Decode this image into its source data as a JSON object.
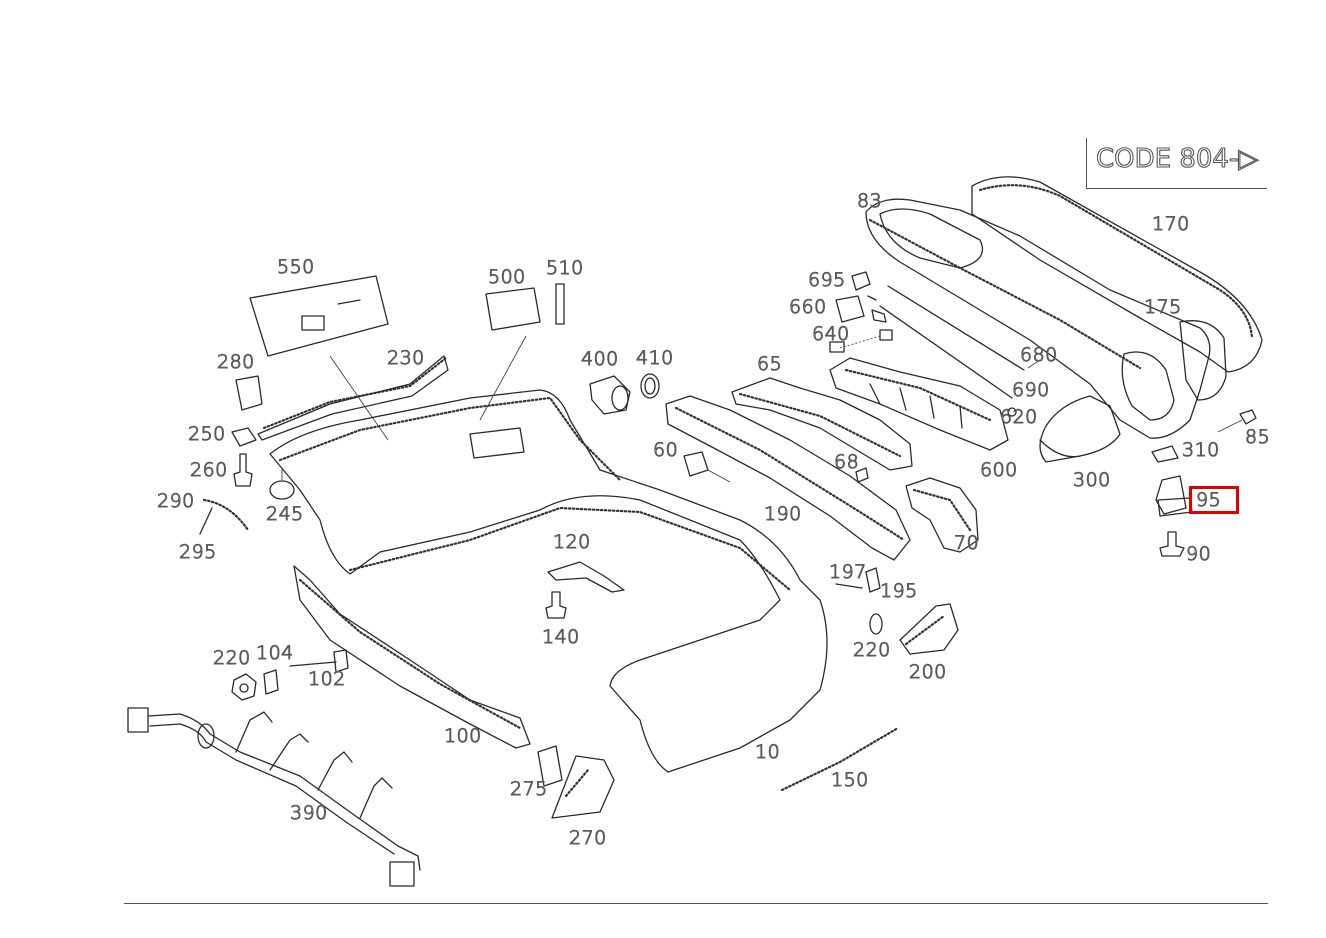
{
  "code_box": {
    "label": "CODE 804-▷"
  },
  "highlight": {
    "part": "95",
    "color": "#e00000"
  },
  "callouts": [
    {
      "id": "83",
      "text": "83"
    },
    {
      "id": "170",
      "text": "170"
    },
    {
      "id": "175",
      "text": "175"
    },
    {
      "id": "550",
      "text": "550"
    },
    {
      "id": "500",
      "text": "500"
    },
    {
      "id": "510",
      "text": "510"
    },
    {
      "id": "695",
      "text": "695"
    },
    {
      "id": "660",
      "text": "660"
    },
    {
      "id": "640",
      "text": "640"
    },
    {
      "id": "680",
      "text": "680"
    },
    {
      "id": "690",
      "text": "690"
    },
    {
      "id": "620",
      "text": "620"
    },
    {
      "id": "280",
      "text": "280"
    },
    {
      "id": "230",
      "text": "230"
    },
    {
      "id": "400",
      "text": "400"
    },
    {
      "id": "410",
      "text": "410"
    },
    {
      "id": "65",
      "text": "65"
    },
    {
      "id": "250",
      "text": "250"
    },
    {
      "id": "260",
      "text": "260"
    },
    {
      "id": "245",
      "text": "245"
    },
    {
      "id": "60",
      "text": "60"
    },
    {
      "id": "68",
      "text": "68"
    },
    {
      "id": "600",
      "text": "600"
    },
    {
      "id": "300",
      "text": "300"
    },
    {
      "id": "310",
      "text": "310"
    },
    {
      "id": "85",
      "text": "85"
    },
    {
      "id": "95",
      "text": "95"
    },
    {
      "id": "90",
      "text": "90"
    },
    {
      "id": "290",
      "text": "290"
    },
    {
      "id": "295",
      "text": "295"
    },
    {
      "id": "190",
      "text": "190"
    },
    {
      "id": "70",
      "text": "70"
    },
    {
      "id": "120",
      "text": "120"
    },
    {
      "id": "197",
      "text": "197"
    },
    {
      "id": "195",
      "text": "195"
    },
    {
      "id": "140",
      "text": "140"
    },
    {
      "id": "220a",
      "text": "220"
    },
    {
      "id": "104",
      "text": "104"
    },
    {
      "id": "102",
      "text": "102"
    },
    {
      "id": "220b",
      "text": "220"
    },
    {
      "id": "200",
      "text": "200"
    },
    {
      "id": "100",
      "text": "100"
    },
    {
      "id": "10",
      "text": "10"
    },
    {
      "id": "150",
      "text": "150"
    },
    {
      "id": "275",
      "text": "275"
    },
    {
      "id": "390",
      "text": "390"
    },
    {
      "id": "270",
      "text": "270"
    }
  ]
}
